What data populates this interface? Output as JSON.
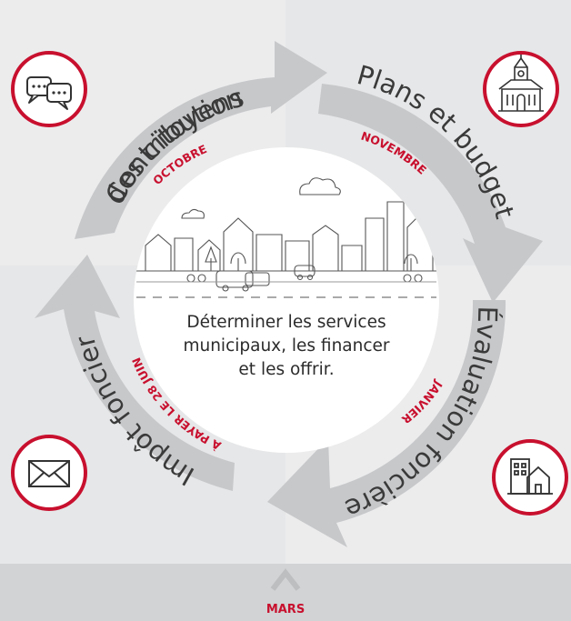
{
  "cycle": {
    "center_lines": [
      "Déterminer les services",
      "municipaux, les financer",
      "et les offrir."
    ],
    "stages": [
      {
        "lines": [
          "Contribution",
          "des citoyens"
        ],
        "month": "OCTOBRE",
        "icon": "chat-bubbles-icon"
      },
      {
        "lines": [
          "Plans et budget"
        ],
        "month": "NOVEMBRE",
        "icon": "city-hall-icon"
      },
      {
        "lines": [
          "Évaluation foncière"
        ],
        "month": "JANVIER",
        "icon": "buildings-icon"
      },
      {
        "lines": [
          "Impôt foncier"
        ],
        "month": "À PAYER LE 28 JUIN",
        "icon": "envelope-icon"
      }
    ],
    "bottom_month": "MARS"
  },
  "colors": {
    "accent": "#c8102e",
    "arrow": "#c7c8ca",
    "background": "#e6e7e8",
    "background_light": "#ececed",
    "label_text": "#3a3a3a",
    "center_text": "#2b2b2b"
  }
}
